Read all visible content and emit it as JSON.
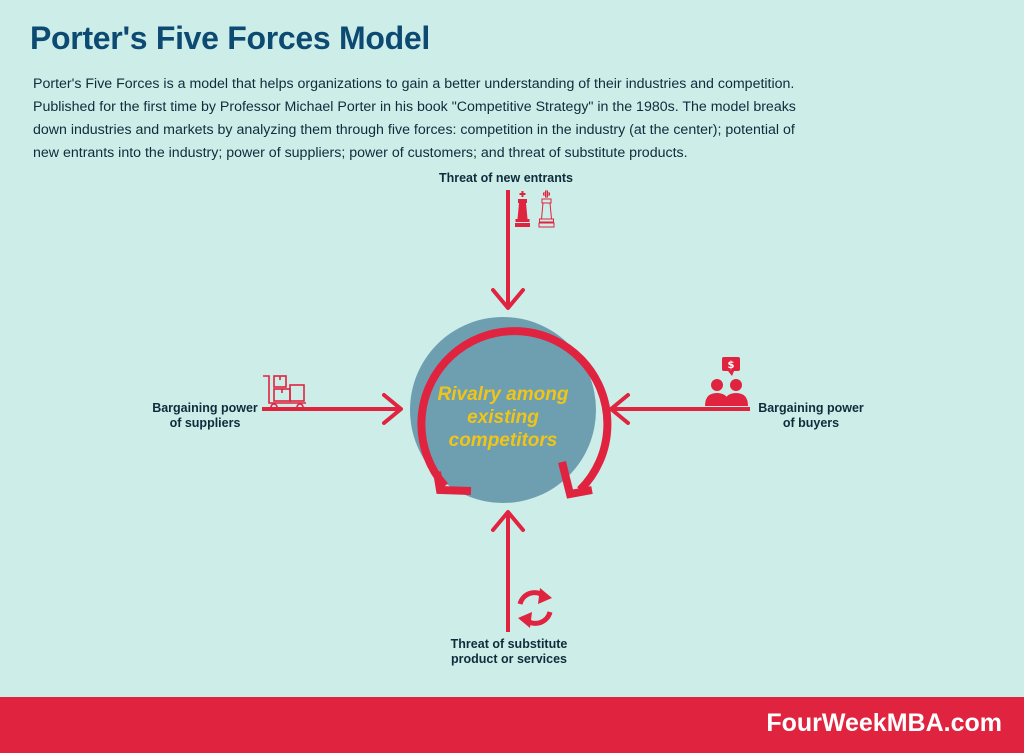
{
  "title": "Porter's Five Forces Model",
  "description": "Porter's Five Forces is a model that helps organizations to gain a better understanding of their industries and competition. Published for the first time by Professor Michael Porter in his book \"Competitive Strategy\" in the 1980s. The model breaks down industries and markets by analyzing them through five forces: competition in the industry (at the center); potential of new entrants into the industry; power of suppliers; power of customers; and threat of substitute products.",
  "center": {
    "label_lines": [
      "Rivalry among",
      "existing",
      "competitors"
    ]
  },
  "forces": {
    "top": {
      "label_lines": [
        "Threat of new entrants"
      ],
      "icon": "chess-pieces-icon"
    },
    "left": {
      "label_lines": [
        "Bargaining power",
        "of suppliers"
      ],
      "icon": "hand-truck-boxes-icon"
    },
    "right": {
      "label_lines": [
        "Bargaining power",
        "of buyers"
      ],
      "icon": "buyers-money-icon"
    },
    "bottom": {
      "label_lines": [
        "Threat of substitute",
        "product or services"
      ],
      "icon": "substitute-cycle-icon"
    }
  },
  "footer": {
    "brand": "FourWeekMBA.com"
  },
  "colors": {
    "background": "#cdede8",
    "accent_red": "#e0233e",
    "circle_fill": "#6d9fb0",
    "center_text": "#f0c419",
    "title": "#0d4a72"
  }
}
